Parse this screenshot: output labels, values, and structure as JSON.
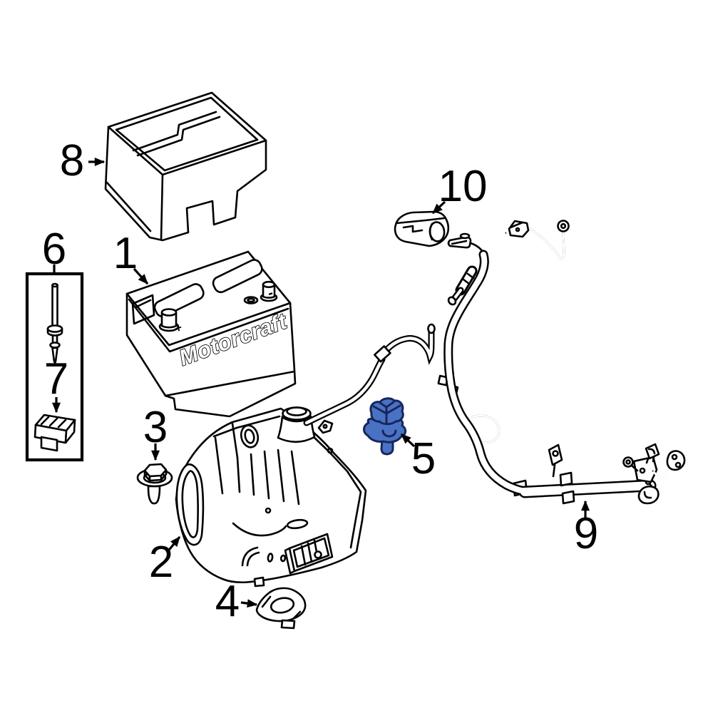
{
  "diagram": {
    "background_color": "#ffffff",
    "line_color": "#000000",
    "highlighted_part": {
      "callout_number": "5",
      "fill_color": "#4a72c4",
      "stroke_color": "#16275c"
    },
    "battery": {
      "brand_text": "Motorcraft",
      "positive_sign": "+",
      "negative_sign": "-"
    },
    "callouts": [
      {
        "number": "1"
      },
      {
        "number": "2"
      },
      {
        "number": "3"
      },
      {
        "number": "4"
      },
      {
        "number": "5"
      },
      {
        "number": "6"
      },
      {
        "number": "7"
      },
      {
        "number": "8"
      },
      {
        "number": "9"
      },
      {
        "number": "10"
      }
    ]
  }
}
